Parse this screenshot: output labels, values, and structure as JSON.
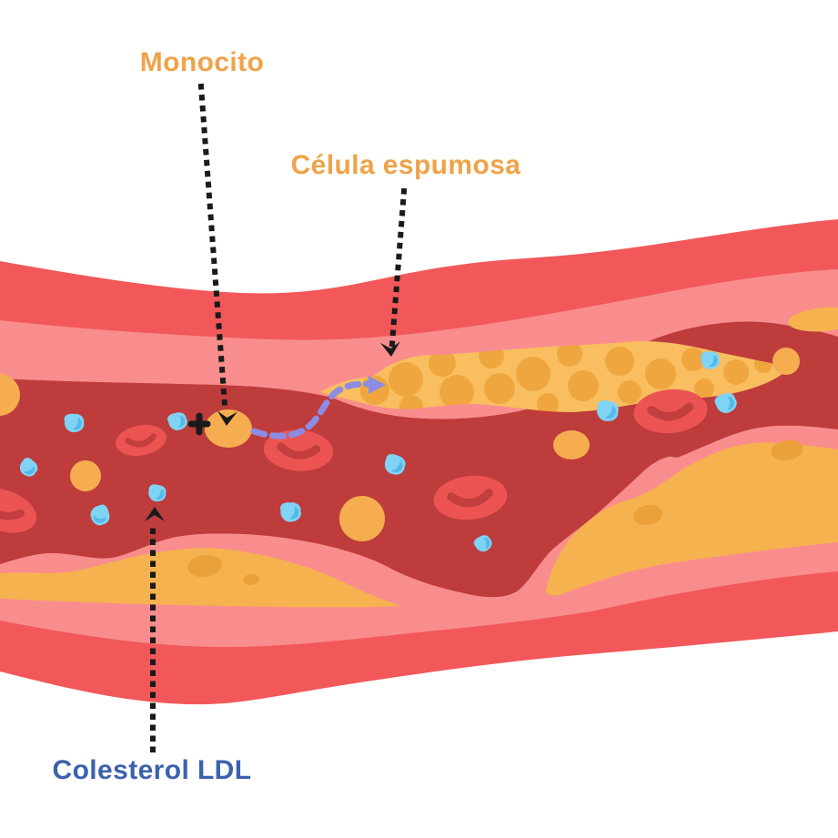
{
  "labels": {
    "monocito": {
      "text": "Monocito",
      "color": "#EFA348"
    },
    "celula_espumosa": {
      "text": "Célula espumosa",
      "color": "#EFA348"
    },
    "colesterol_ldl": {
      "text": "Colesterol LDL",
      "color": "#3C62AD"
    }
  },
  "colors": {
    "background": "#FFFFFF",
    "label_orange": "#EFA348",
    "label_blue": "#3C62AD",
    "artery_outer_wall": "#F2585A",
    "artery_inner_wall": "#F98D8D",
    "artery_lumen": "#BE3C3C",
    "red_blood_cell": "#EC5454",
    "red_blood_cell_shade": "#C33E3E",
    "monocyte": "#F6AD4F",
    "cholesterol_droplet": "#F6AD4F",
    "plaque_base": "#F8BE5F",
    "plaque_foam_blob": "#F0A63F",
    "plaque_deposit": "#F6B24F",
    "plaque_deposit_spot": "#EBA13A",
    "ldl_particle": "#7FD3F5",
    "ldl_particle_shade": "#54B9E8",
    "migration_arrow": "#8C8CE3",
    "pointer_line": "#1A1A1A"
  }
}
